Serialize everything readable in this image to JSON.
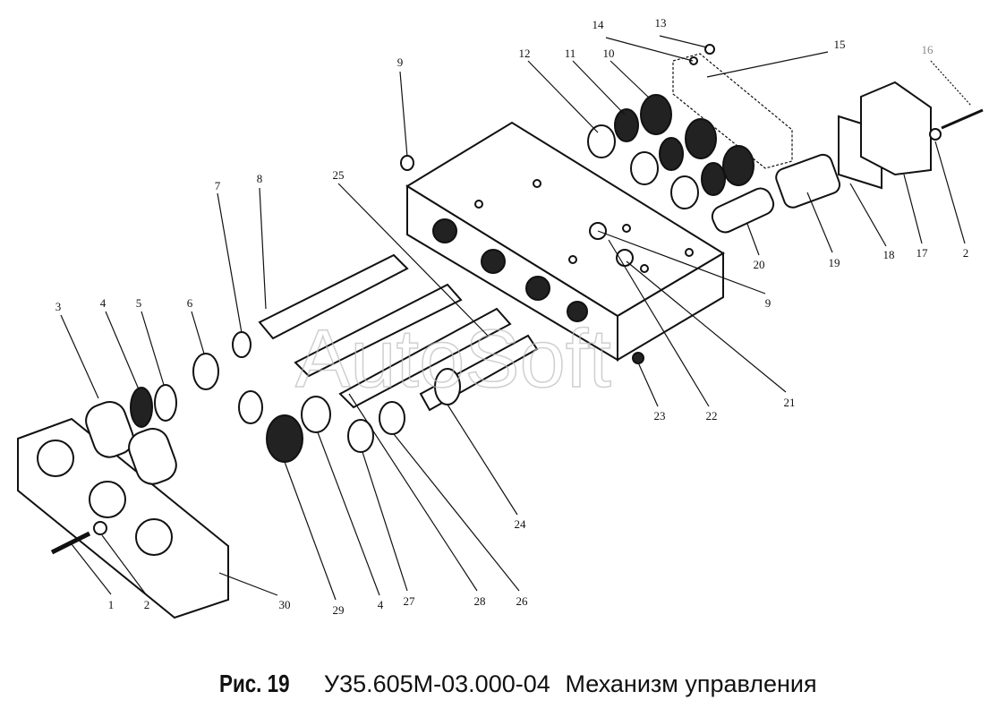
{
  "figure": {
    "label": "Рис. 19",
    "code": "У35.605М-03.000-04",
    "title": "Механизм управления"
  },
  "watermark": "AutoSoft",
  "callouts": {
    "c1": "1",
    "c2a": "2",
    "c2b": "2",
    "c3": "3",
    "c4a": "4",
    "c4b": "4",
    "c5": "5",
    "c6": "6",
    "c7": "7",
    "c8": "8",
    "c9a": "9",
    "c9b": "9",
    "c10": "10",
    "c11": "11",
    "c12": "12",
    "c13": "13",
    "c14": "14",
    "c15": "15",
    "c16": "16",
    "c17": "17",
    "c18": "18",
    "c19": "19",
    "c20": "20",
    "c21": "21",
    "c22": "22",
    "c23": "23",
    "c24": "24",
    "c25": "25",
    "c26": "26",
    "c27": "27",
    "c28": "28",
    "c29": "29",
    "c30": "30"
  }
}
